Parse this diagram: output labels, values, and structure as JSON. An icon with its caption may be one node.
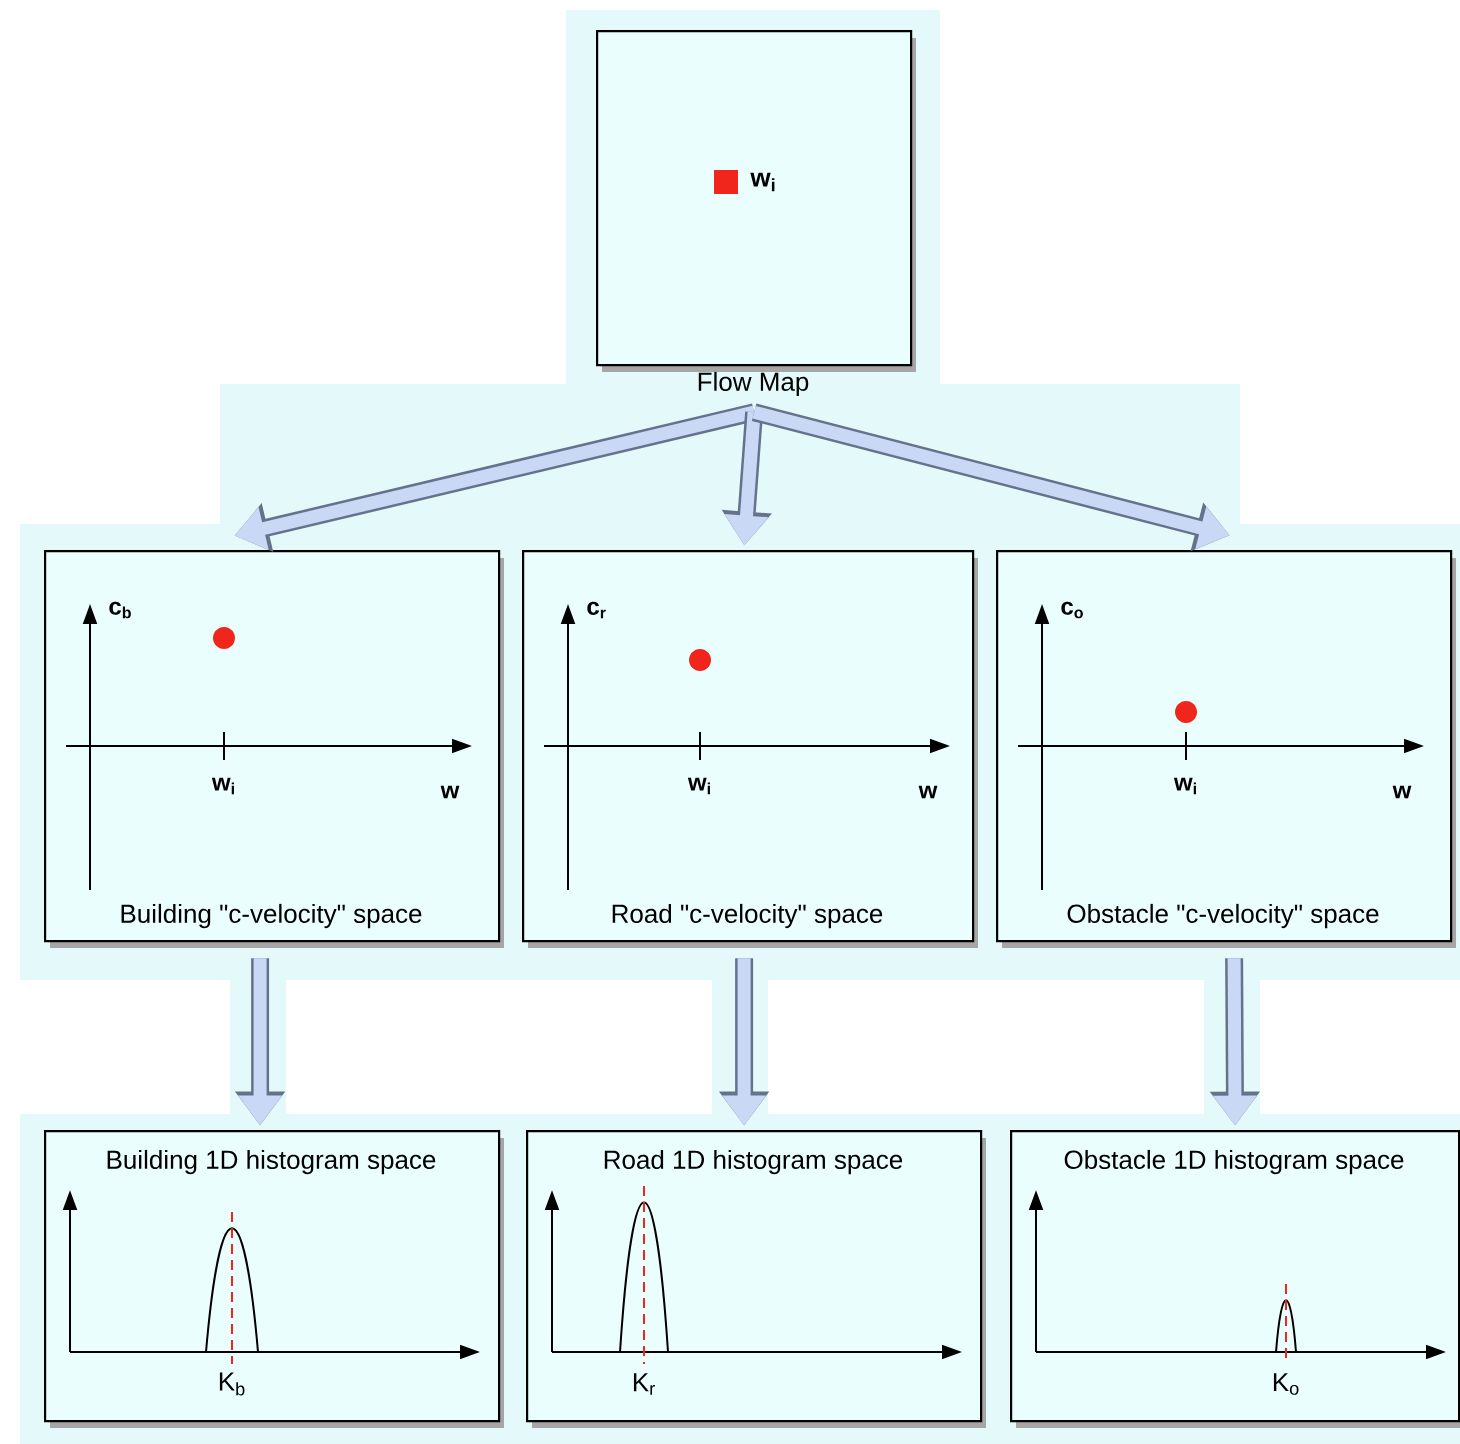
{
  "diagram": {
    "nodes": [
      {
        "text": [
          "w$_{i}$",
          "Flow Map"
        ]
      },
      {
        "text": [
          "c$_{b}$",
          "w$_{i}$",
          "w",
          "Building \"c-velocity\" space"
        ]
      },
      {
        "text": [
          "c$_{r}$",
          "w$_{i}$",
          "w",
          "Road \"c-velocity\" space"
        ]
      },
      {
        "text": [
          "c$_{o}$",
          "w$_{i}$",
          "w",
          "Obstacle \"c-velocity\" space"
        ]
      },
      {
        "text": [
          "Building 1D histogram space",
          "K$_{b}$"
        ]
      },
      {
        "text": [
          "Road 1D histogram space",
          "K$_{r}$"
        ]
      },
      {
        "text": [
          "Obstacle 1D histogram space",
          "K$_{o}$"
        ]
      }
    ],
    "edges": [
      {
        "from": 0,
        "to": 1,
        "arrow": "to"
      },
      {
        "from": 0,
        "to": 2,
        "arrow": "to"
      },
      {
        "from": 0,
        "to": 3,
        "arrow": "to"
      },
      {
        "from": 1,
        "to": 4,
        "arrow": "to"
      },
      {
        "from": 2,
        "to": 5,
        "arrow": "to"
      },
      {
        "from": 3,
        "to": 6,
        "arrow": "to"
      }
    ]
  }
}
